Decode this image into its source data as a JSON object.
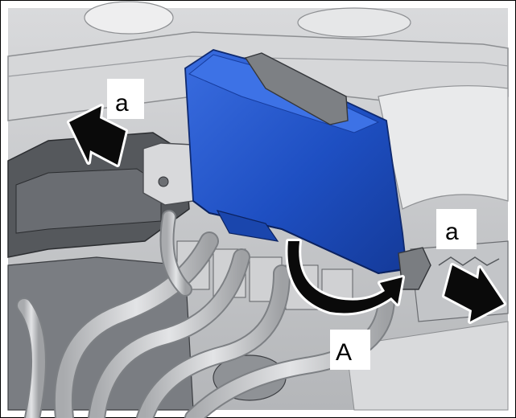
{
  "labels": {
    "a_left": "a",
    "a_right": "a",
    "A": "A"
  },
  "colors": {
    "module_blue": "#1e4fc2",
    "background_gray": "#c9cacc",
    "arrow_black": "#0a0a0a"
  }
}
